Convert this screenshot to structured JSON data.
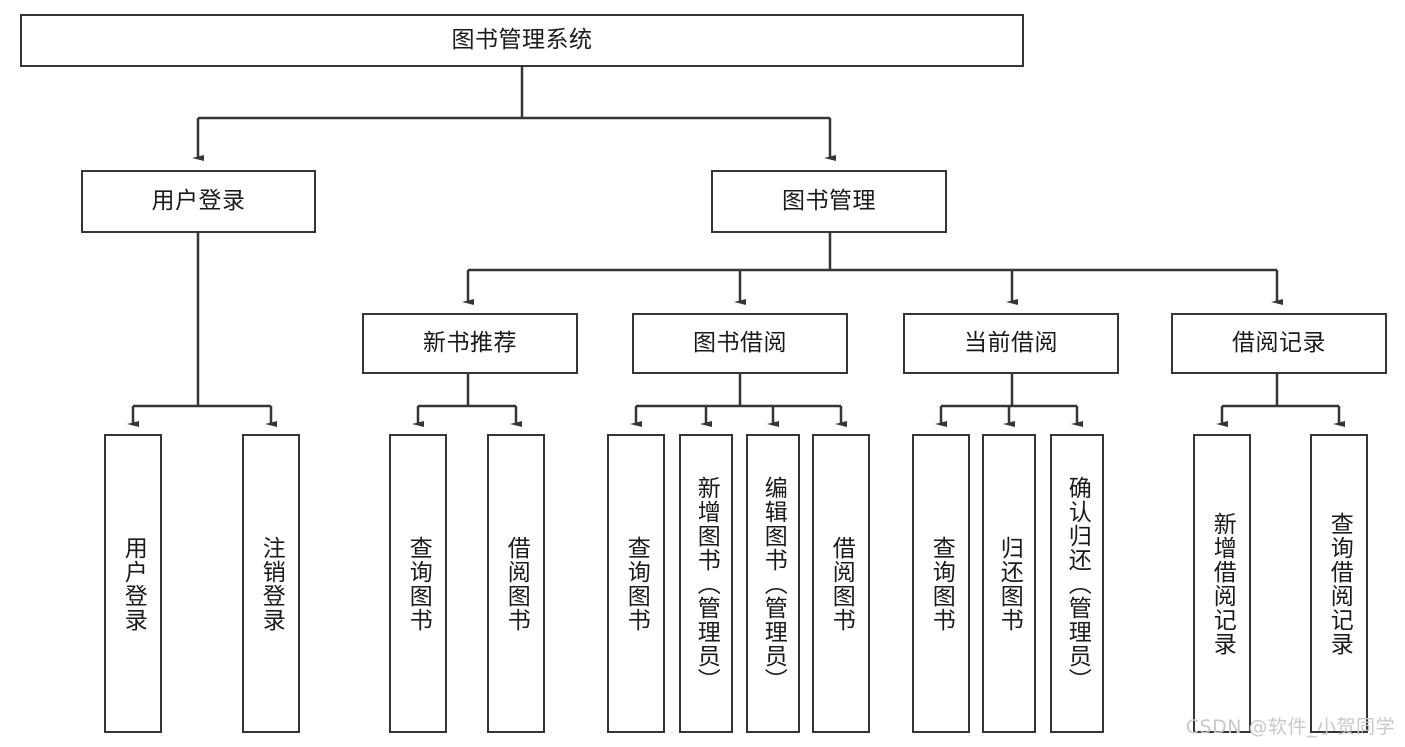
{
  "diagram": {
    "title": "图书管理系统",
    "type": "function-tree",
    "root": {
      "label": "图书管理系统"
    },
    "level2": [
      {
        "label": "用户登录"
      },
      {
        "label": "图书管理"
      }
    ],
    "level3": [
      {
        "label": "新书推荐"
      },
      {
        "label": "图书借阅"
      },
      {
        "label": "当前借阅"
      },
      {
        "label": "借阅记录"
      }
    ],
    "leaves": {
      "user_login": [
        {
          "label": "用户登录"
        },
        {
          "label": "注销登录"
        }
      ],
      "new_book_recommend": [
        {
          "label": "查询图书"
        },
        {
          "label": "借阅图书"
        }
      ],
      "book_borrow": [
        {
          "label": "查询图书"
        },
        {
          "label": "新增图书（管理员）"
        },
        {
          "label": "编辑图书（管理员）"
        },
        {
          "label": "借阅图书"
        }
      ],
      "current_borrow": [
        {
          "label": "查询图书"
        },
        {
          "label": "归还图书"
        },
        {
          "label": "确认归还（管理员）"
        }
      ],
      "borrow_record": [
        {
          "label": "新增借阅记录"
        },
        {
          "label": "查询借阅记录"
        }
      ]
    },
    "watermark": "CSDN @软件_小贺同学",
    "colors": {
      "stroke": "#353535",
      "fill": "#ffffff",
      "text": "#1a1a1a",
      "watermark": "#c9c9c9"
    }
  }
}
